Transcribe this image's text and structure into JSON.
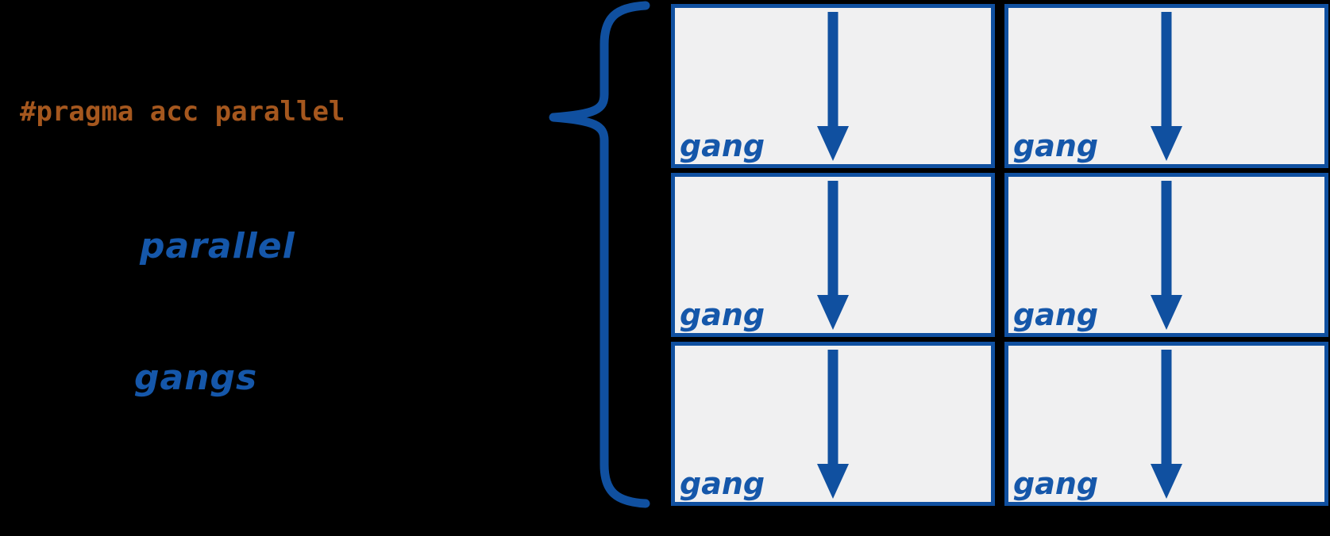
{
  "colors": {
    "background": "#000000",
    "shape_blue": "#1050a0",
    "text_blue": "#1557aa",
    "code_orange": "#a5571e",
    "box_fill": "#f0f0f1"
  },
  "left_panel": {
    "pragma_code": "#pragma acc parallel",
    "construct_label": "parallel",
    "resource_label": "gangs"
  },
  "icons": {
    "brace": "left-curly-brace",
    "arrow": "down-arrow"
  },
  "gang_grid": {
    "rows": 3,
    "columns": 2,
    "cells": [
      {
        "label": "gang"
      },
      {
        "label": "gang"
      },
      {
        "label": "gang"
      },
      {
        "label": "gang"
      },
      {
        "label": "gang"
      },
      {
        "label": "gang"
      }
    ]
  }
}
